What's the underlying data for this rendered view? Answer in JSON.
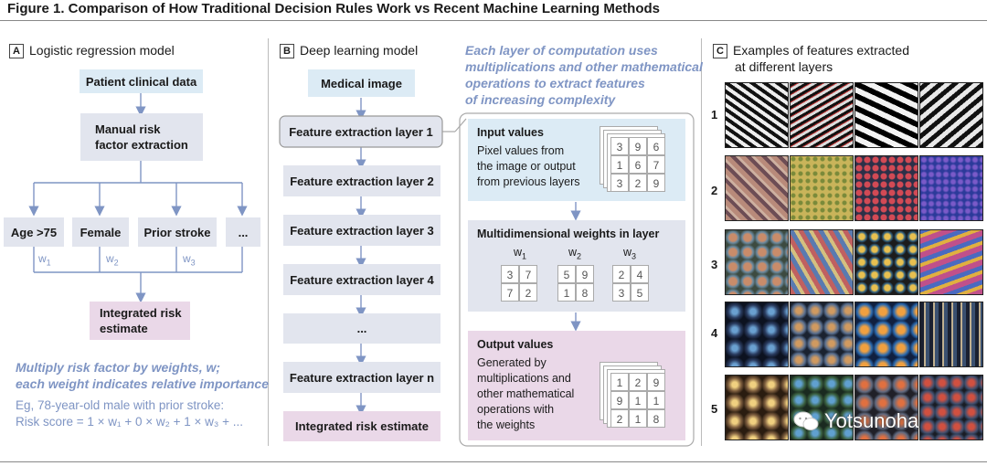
{
  "figure_title": "Figure 1. Comparison of How Traditional Decision Rules Work vs Recent Machine Learning Methods",
  "panel_a": {
    "letter": "A",
    "title": "Logistic regression model",
    "patient_data": "Patient clinical data",
    "manual_extraction_line1": "Manual risk",
    "manual_extraction_line2": "factor extraction",
    "factors": [
      "Age >75",
      "Female",
      "Prior stroke",
      "..."
    ],
    "weights": [
      "w",
      "w",
      "w"
    ],
    "weight_subs": [
      "1",
      "2",
      "3"
    ],
    "integrated_line1": "Integrated risk",
    "integrated_line2": "estimate",
    "note_line1": "Multiply risk factor by weights, w;",
    "note_line2": "each weight indicates relative importance",
    "example_line1": "Eg, 78-year-old male with prior stroke:",
    "example_line2": "Risk score = 1 × w₁ + 0 × w₂ + 1 × w₃ + ..."
  },
  "panel_b": {
    "letter": "B",
    "title": "Deep learning model",
    "caption_line1": "Each layer of computation uses",
    "caption_line2": "multiplications and other mathematical",
    "caption_line3": "operations to extract features",
    "caption_line4": "of increasing complexity",
    "medical_image": "Medical image",
    "layers": [
      "Feature extraction layer 1",
      "Feature extraction layer 2",
      "Feature extraction layer 3",
      "Feature extraction layer 4",
      "...",
      "Feature extraction layer n"
    ],
    "integrated": "Integrated risk estimate",
    "input_title": "Input values",
    "input_text1": "Pixel values from",
    "input_text2": "the image or output",
    "input_text3": "from previous layers",
    "input_grid": [
      "3",
      "9",
      "6",
      "1",
      "6",
      "7",
      "3",
      "2",
      "9"
    ],
    "weights_title": "Multidimensional weights in layer",
    "weight_names": [
      "w",
      "w",
      "w"
    ],
    "weight_subs": [
      "1",
      "2",
      "3"
    ],
    "w1": [
      "3",
      "7",
      "7",
      "2"
    ],
    "w2": [
      "5",
      "9",
      "1",
      "8"
    ],
    "w3": [
      "2",
      "4",
      "3",
      "5"
    ],
    "output_title": "Output values",
    "output_text1": "Generated by",
    "output_text2": "multiplications and",
    "output_text3": "other mathematical",
    "output_text4": "operations with",
    "output_text5": "the weights",
    "output_grid": [
      "1",
      "2",
      "9",
      "9",
      "1",
      "1",
      "2",
      "1",
      "8"
    ]
  },
  "panel_c": {
    "letter": "C",
    "title_line1": "Examples of features extracted",
    "title_line2": "at different layers",
    "rows": [
      "1",
      "2",
      "3",
      "4",
      "5"
    ],
    "watermark": "Yotsunoha"
  }
}
